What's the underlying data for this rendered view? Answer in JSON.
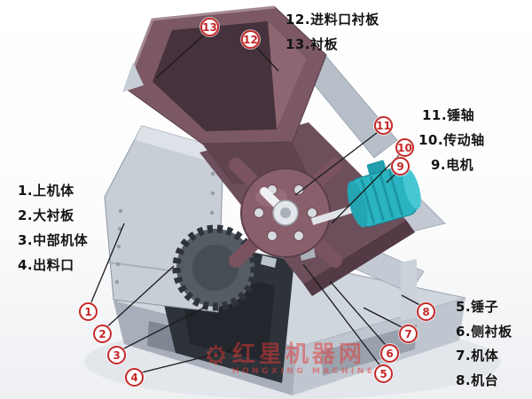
{
  "colors": {
    "callout_red": "#c62828",
    "machine_grey": "#ccd3db",
    "hopper_maroon": "#7b5864",
    "rotor_maroon": "#8a5f6c",
    "motor_cyan": "#2ab4c2",
    "watermark_red": "#e53935"
  },
  "legend": {
    "left": [
      "1.上机体",
      "2.大衬板",
      "3.中部机体",
      "4.出料口"
    ],
    "top": [
      "12.进料口衬板",
      "13.衬板"
    ],
    "right": [
      "11.锤轴",
      "10.传动轴",
      "9.电机"
    ],
    "bottom_right": [
      "5.锤子",
      "6.侧衬板",
      "7.机体",
      "8.机台"
    ]
  },
  "callouts": {
    "c1": "1",
    "c2": "2",
    "c3": "3",
    "c4": "4",
    "c5": "5",
    "c6": "6",
    "c7": "7",
    "c8": "8",
    "c9": "9",
    "c10": "10",
    "c11": "11",
    "c12": "12",
    "c13": "13"
  },
  "watermark": {
    "text": "红星机器网",
    "subtext": "HONGXING MACHINE"
  }
}
